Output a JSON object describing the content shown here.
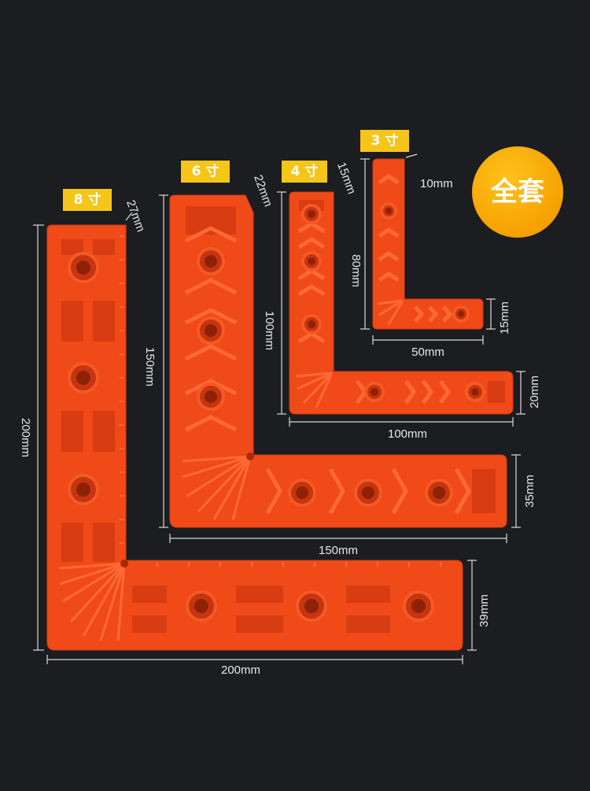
{
  "labels": {
    "size8": "8 寸",
    "size6": "6 寸",
    "size4": "4 寸",
    "size3": "3 寸",
    "badge": "全套"
  },
  "dimensions": {
    "sq8_height": "200mm",
    "sq8_width": "200mm",
    "sq8_thick_top": "27mm",
    "sq8_thick_side": "39mm",
    "sq6_height": "150mm",
    "sq6_width": "150mm",
    "sq6_thick_top": "22mm",
    "sq6_thick_side": "35mm",
    "sq4_height": "100mm",
    "sq4_width": "100mm",
    "sq4_thick_top": "15mm",
    "sq4_thick_side": "20mm",
    "sq3_height": "80mm",
    "sq3_width": "50mm",
    "sq3_thick_top": "10mm",
    "sq3_thick_side": "15mm"
  },
  "colors": {
    "background": "#1c1d20",
    "product": "#f04a18",
    "label": "#f6c51a",
    "badge": "#f5a100"
  }
}
